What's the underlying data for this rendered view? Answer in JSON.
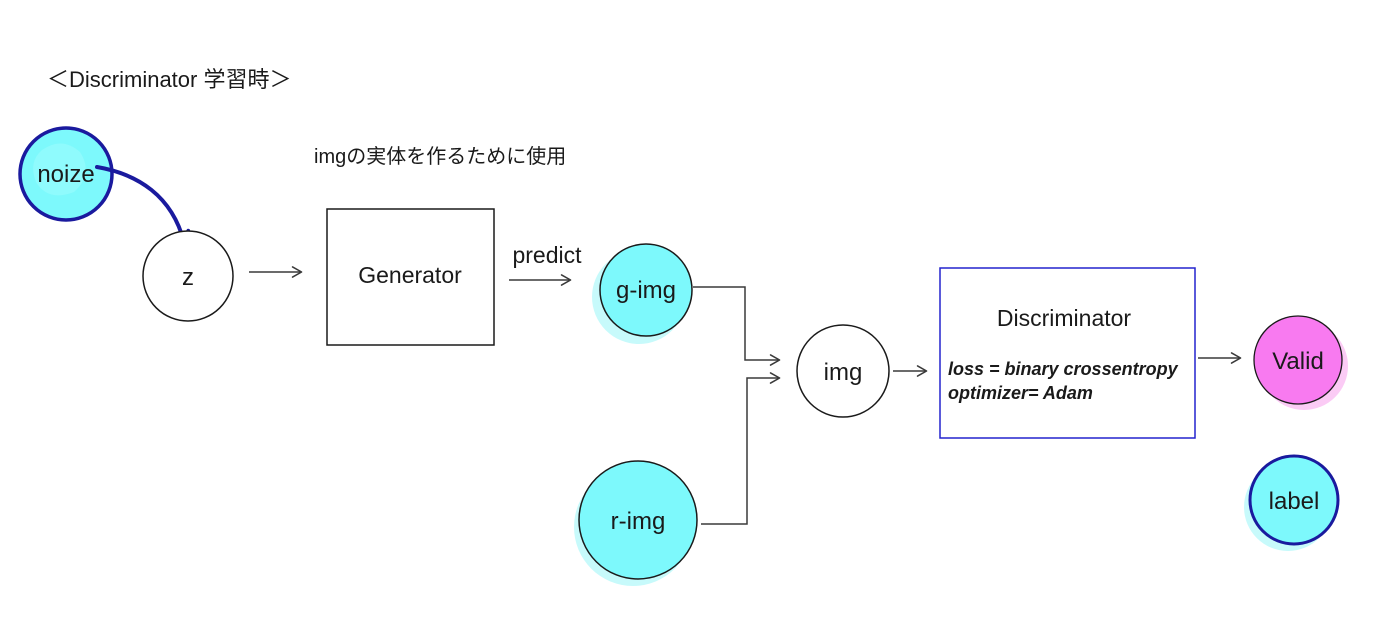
{
  "title": "＜Discriminator 学習時＞",
  "annotation": "imgの実体を作るために使用",
  "nodes": {
    "noize": "noize",
    "z": "z",
    "generator": "Generator",
    "g_img": "g-img",
    "r_img": "r-img",
    "img": "img",
    "valid": "Valid",
    "label": "label"
  },
  "discriminator": {
    "title": "Discriminator",
    "loss": "loss = binary crossentropy",
    "optimizer": "optimizer= Adam"
  },
  "edge_labels": {
    "predict": "predict"
  },
  "colors": {
    "node_fill_cyan": "#7DF9FC",
    "halo_cyan": "#8FF6F8",
    "node_fill_magenta": "#F87AF0",
    "halo_pink": "#F9A8EE",
    "stroke_navy": "#1A1A9E",
    "stroke_black": "#1A1A1A",
    "text_blue": "#2323CE",
    "arrow_gray": "#3A3A3A",
    "node_fill_white": "#FFFFFF"
  }
}
